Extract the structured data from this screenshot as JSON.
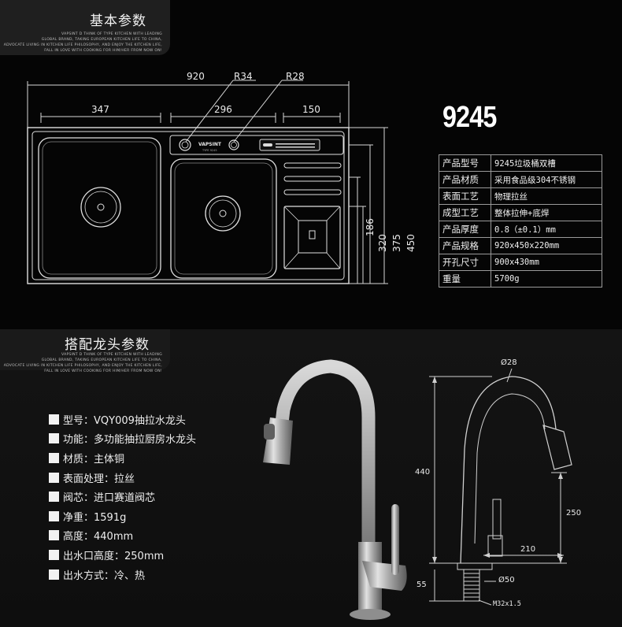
{
  "section1": {
    "title": "基本参数",
    "tagline": "VAPSINT D THINK OF TYPE KITCHEN WITH LEADING\nGLOBAL BRAND, TAKING EUROPEAN KITCHEN LIFE TO CHINA,\nADVOCATE LIVING IN KITCHEN LIFE PHILOSOPHY, AND ENJOY THE KITCHEN LIFE,\nFALL IN LOVE WITH COOKING FOR HIM/HER FROM NOW ON!"
  },
  "sink_drawing": {
    "dim_total": "920",
    "dim_r34": "R34",
    "dim_r28": "R28",
    "dim_347": "347",
    "dim_296": "296",
    "dim_150": "150",
    "dim_186": "186",
    "dim_320": "320",
    "dim_375": "375",
    "dim_450": "450",
    "brand_mark": "VAPSINT",
    "brand_sub": "TYPE 9245"
  },
  "model_number": "9245",
  "spec_table": [
    {
      "key": "产品型号",
      "value": "9245垃圾桶双槽"
    },
    {
      "key": "产品材质",
      "value": "采用食品级304不锈钢"
    },
    {
      "key": "表面工艺",
      "value": "物理拉丝"
    },
    {
      "key": "成型工艺",
      "value": "整体拉伸+底焊"
    },
    {
      "key": "产品厚度",
      "value": "0.8（±0.1）mm"
    },
    {
      "key": "产品规格",
      "value": "920x450x220mm"
    },
    {
      "key": "开孔尺寸",
      "value": "900x430mm"
    },
    {
      "key": "重量",
      "value": "5700g"
    }
  ],
  "section2": {
    "title": "搭配龙头参数",
    "tagline": "VAPSINT D THINK OF TYPE KITCHEN WITH LEADING\nGLOBAL BRAND, TAKING EUROPEAN KITCHEN LIFE TO CHINA,\nADVOCATE LIVING IN KITCHEN LIFE PHILOSOPHY, AND ENJOY THE KITCHEN LIFE,\nFALL IN LOVE WITH COOKING FOR HIM/HER FROM NOW ON!"
  },
  "faucet_specs": [
    "型号：VQY009抽拉水龙头",
    "功能：多功能抽拉厨房水龙头",
    "材质：主体铜",
    "表面处理：拉丝",
    "阀芯：进口赛道阀芯",
    "净重：1591g",
    "高度：440mm",
    "出水口高度：250mm",
    "出水方式：冷、热"
  ],
  "faucet_drawing": {
    "dim_d28": "Ø28",
    "dim_440": "440",
    "dim_250": "250",
    "dim_210": "210",
    "dim_55": "55",
    "dim_d50": "Ø50",
    "dim_thread": "M32x1.5"
  },
  "colors": {
    "background": "#000000",
    "line": "#d9d9d9",
    "steel": "#b8b8b8"
  }
}
